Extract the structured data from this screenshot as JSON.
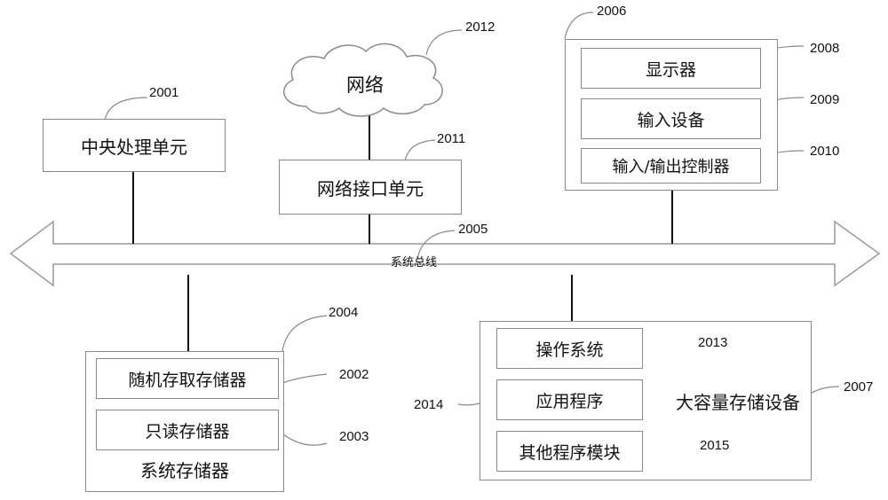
{
  "system_bus": {
    "label": "系统总线",
    "ref": "2005"
  },
  "cpu": {
    "label": "中央处理单元",
    "ref": "2001"
  },
  "network": {
    "label": "网络",
    "ref": "2012"
  },
  "network_interface": {
    "label": "网络接口单元",
    "ref": "2011"
  },
  "io_group": {
    "ref": "2006",
    "display": {
      "label": "显示器",
      "ref": "2008"
    },
    "input_device": {
      "label": "输入设备",
      "ref": "2009"
    },
    "io_controller": {
      "label": "输入/输出控制器",
      "ref": "2010"
    }
  },
  "system_memory": {
    "label": "系统存储器",
    "ref": "2004",
    "ram": {
      "label": "随机存取存储器",
      "ref": "2002"
    },
    "rom": {
      "label": "只读存储器",
      "ref": "2003"
    }
  },
  "mass_storage": {
    "label": "大容量存储设备",
    "ref": "2007",
    "os": {
      "label": "操作系统",
      "ref": "2013"
    },
    "apps": {
      "label": "应用程序",
      "ref": "2014"
    },
    "other_modules": {
      "label": "其他程序模块",
      "ref": "2015"
    }
  }
}
